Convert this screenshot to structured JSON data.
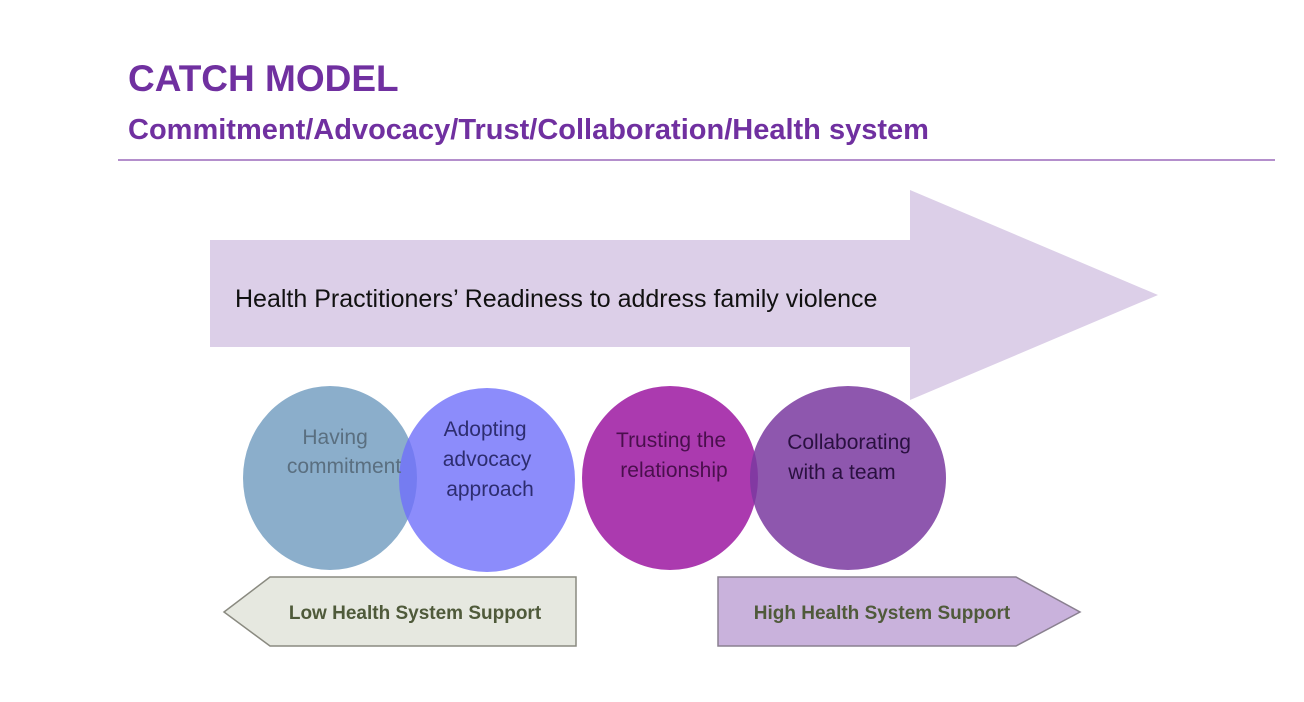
{
  "header": {
    "title": "CATCH MODEL",
    "subtitle": "Commitment/Advocacy/Trust/Collaboration/Health system"
  },
  "main_arrow": {
    "label": "Health Practitioners’ Readiness to address family violence",
    "color": "#dccfe8"
  },
  "circles": [
    {
      "lines": [
        "Having",
        "commitment"
      ],
      "color": "#7ba3c4",
      "text_color": "#5a6f80"
    },
    {
      "lines": [
        "Adopting",
        "advocacy",
        "approach"
      ],
      "color": "#7f7ffa",
      "text_color": "#2d2d70"
    },
    {
      "lines": [
        "Trusting the",
        "relationship"
      ],
      "color": "#a62fab",
      "text_color": "#4a0f4d"
    },
    {
      "lines": [
        "Collaborating",
        "with a team"
      ],
      "color": "#8445a8",
      "text_color": "#2a1040"
    }
  ],
  "support": {
    "low": {
      "label": "Low Health System Support",
      "color": "#e6e8e0"
    },
    "high": {
      "label": "High Health System Support",
      "color": "#c9b2dc"
    }
  }
}
